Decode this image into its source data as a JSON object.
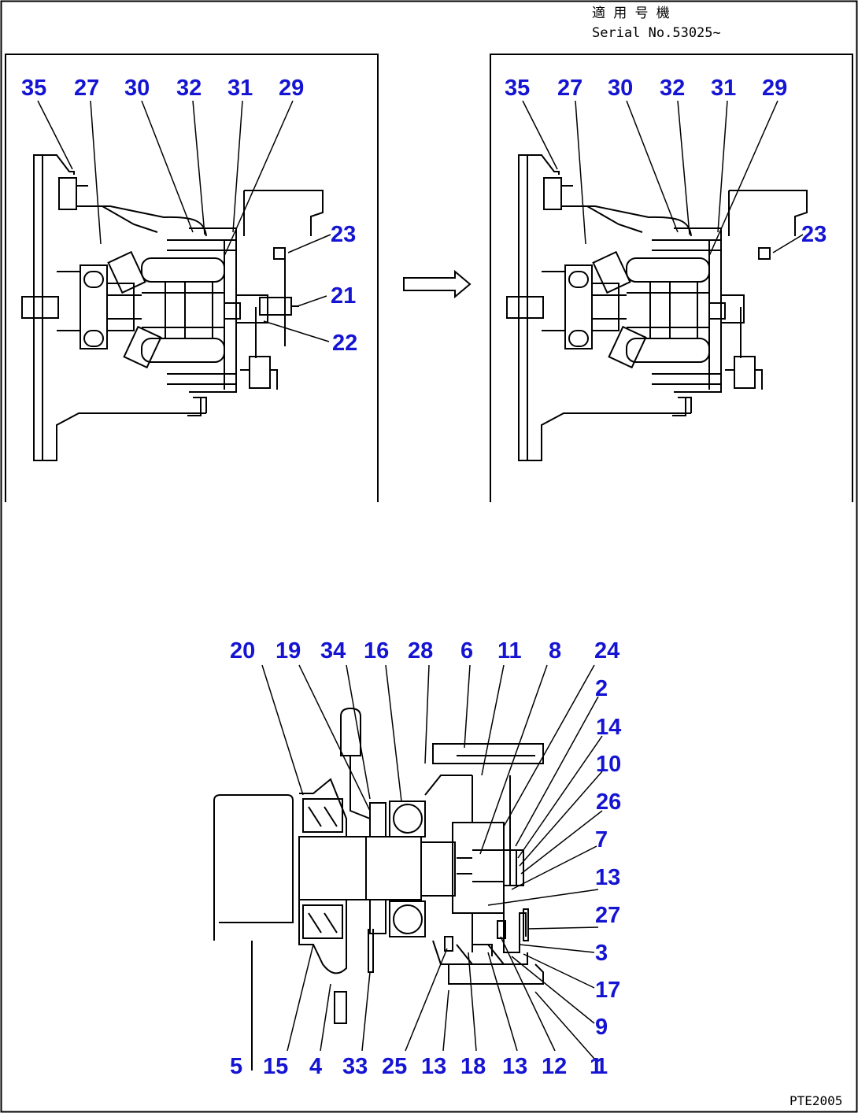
{
  "colors": {
    "label": "#1414d2",
    "line": "#000000",
    "background": "#ffffff"
  },
  "header": {
    "serial_line1": "適 用 号 機",
    "serial_line2": "Serial No.53025~"
  },
  "footer": {
    "drawing_code": "PTE2005"
  },
  "top_left": {
    "top_labels": [
      "35",
      "27",
      "30",
      "32",
      "31",
      "29"
    ],
    "side_labels": [
      "23",
      "21",
      "22"
    ]
  },
  "top_right": {
    "top_labels": [
      "35",
      "27",
      "30",
      "32",
      "31",
      "29"
    ],
    "side_labels": [
      "23"
    ]
  },
  "bottom": {
    "top_labels": [
      "20",
      "19",
      "34",
      "16",
      "28",
      "6",
      "11",
      "8",
      "24"
    ],
    "right_labels": [
      "2",
      "14",
      "10",
      "26",
      "7",
      "13",
      "27",
      "3",
      "17",
      "9",
      "1"
    ],
    "bottom_labels": [
      "5",
      "15",
      "4",
      "33",
      "25",
      "13",
      "18",
      "13",
      "12",
      "1"
    ]
  }
}
